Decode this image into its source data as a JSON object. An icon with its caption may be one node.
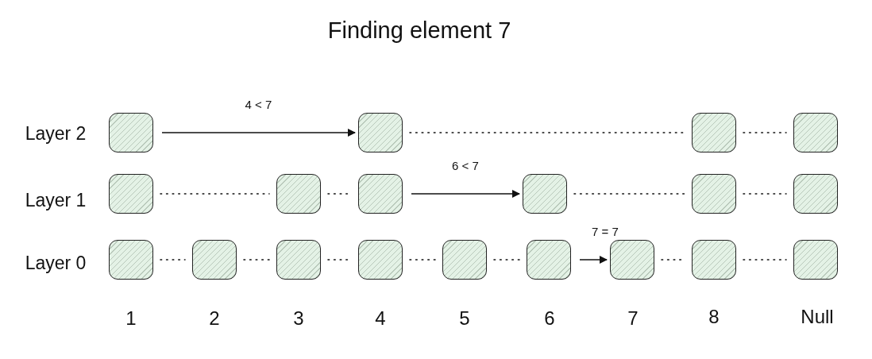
{
  "diagram": {
    "title": "Finding element 7",
    "nodes": [
      {
        "text": [],
        "shape": "box"
      },
      {
        "text": [],
        "shape": "box"
      },
      {
        "text": [],
        "shape": "box"
      },
      {
        "text": [],
        "shape": "box"
      },
      {
        "text": [],
        "shape": "box"
      },
      {
        "text": [],
        "shape": "box"
      },
      {
        "text": [],
        "shape": "box"
      },
      {
        "text": [],
        "shape": "box"
      },
      {
        "text": [],
        "shape": "box"
      },
      {
        "text": [],
        "shape": "box"
      },
      {
        "text": [],
        "shape": "box"
      },
      {
        "text": [],
        "shape": "box"
      },
      {
        "text": [],
        "shape": "box"
      },
      {
        "text": [],
        "shape": "box"
      },
      {
        "text": [],
        "shape": "box"
      },
      {
        "text": [],
        "shape": "box"
      },
      {
        "text": [],
        "shape": "box"
      },
      {
        "text": [],
        "shape": "box"
      },
      {
        "text": [],
        "shape": "box"
      }
    ],
    "edges": [
      {
        "from": 0,
        "to": 1,
        "arrow": "to",
        "label": "4 < 7"
      },
      {
        "from": 1,
        "to": 2,
        "arrow": "none",
        "style": "dashed"
      },
      {
        "from": 2,
        "to": 3,
        "arrow": "none",
        "style": "dashed"
      },
      {
        "from": 4,
        "to": 5,
        "arrow": "none",
        "style": "dashed"
      },
      {
        "from": 5,
        "to": 6,
        "arrow": "none",
        "style": "dashed"
      },
      {
        "from": 6,
        "to": 7,
        "arrow": "to",
        "label": "6 < 7"
      },
      {
        "from": 7,
        "to": 8,
        "arrow": "none",
        "style": "dashed"
      },
      {
        "from": 8,
        "to": 9,
        "arrow": "none",
        "style": "dashed"
      },
      {
        "from": 10,
        "to": 11,
        "arrow": "none",
        "style": "dashed"
      },
      {
        "from": 11,
        "to": 12,
        "arrow": "none",
        "style": "dashed"
      },
      {
        "from": 12,
        "to": 13,
        "arrow": "none",
        "style": "dashed"
      },
      {
        "from": 13,
        "to": 14,
        "arrow": "none",
        "style": "dashed"
      },
      {
        "from": 14,
        "to": 15,
        "arrow": "none",
        "style": "dashed"
      },
      {
        "from": 15,
        "to": 16,
        "arrow": "to",
        "label": "7 = 7"
      },
      {
        "from": 16,
        "to": 17,
        "arrow": "none",
        "style": "dashed"
      },
      {
        "from": 17,
        "to": 18,
        "arrow": "none",
        "style": "dashed"
      }
    ],
    "labels": [
      "Layer 2",
      "Layer 1",
      "Layer 0",
      "1",
      "2",
      "3",
      "4",
      "5",
      "6",
      "7",
      "8",
      "Null"
    ]
  }
}
